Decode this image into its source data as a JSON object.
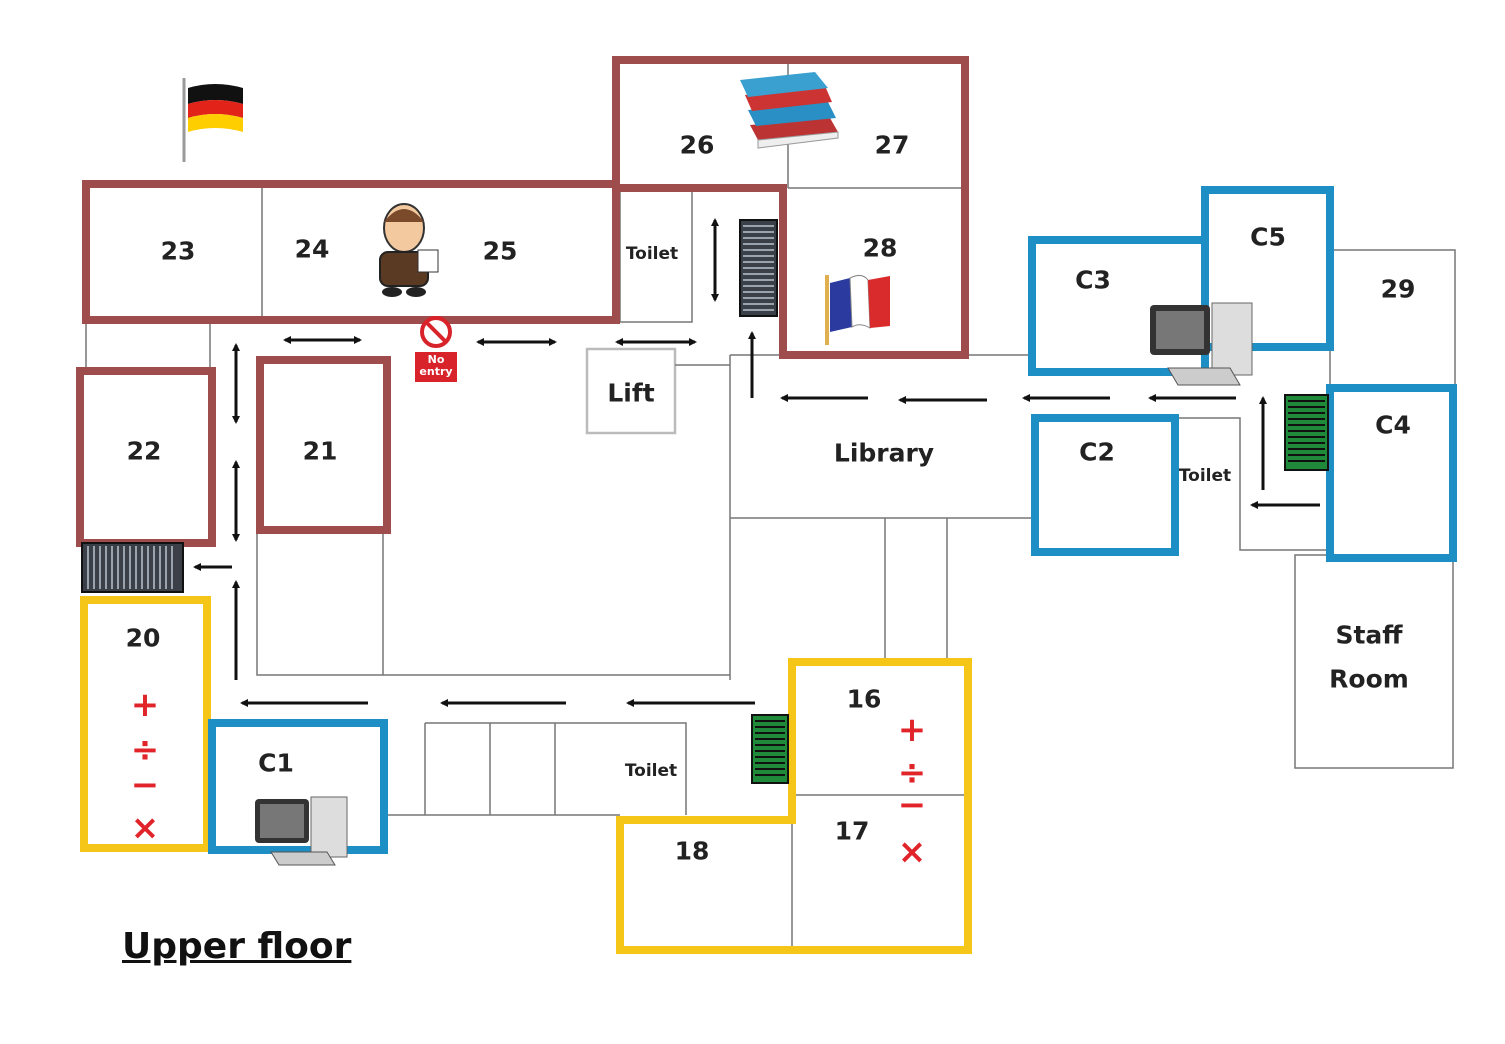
{
  "map": {
    "title": "Upper floor",
    "colors": {
      "languages": "#9e4c4c",
      "computing": "#1e8fc4",
      "maths": "#f5c518",
      "stairs_main": "#3b4048",
      "stairs_green": "#1f8a3a"
    },
    "rooms": {
      "r23": "23",
      "r24": "24",
      "r25": "25",
      "r26": "26",
      "r27": "27",
      "r28": "28",
      "r22": "22",
      "r21": "21",
      "r20": "20",
      "r16": "16",
      "r17": "17",
      "r18": "18",
      "c1": "C1",
      "c2": "C2",
      "c3": "C3",
      "c4": "C4",
      "c5": "C5",
      "r29": "29"
    },
    "facilities": {
      "toilet_top": "Toilet",
      "toilet_right": "Toilet",
      "toilet_bottom": "Toilet",
      "lift": "Lift",
      "library": "Library",
      "staff_room_1": "Staff",
      "staff_room_2": "Room"
    },
    "signs": {
      "no_entry_1": "No",
      "no_entry_2": "entry"
    },
    "math_symbols": [
      "+",
      "÷",
      "−",
      "×"
    ],
    "icons": [
      "german-flag-icon",
      "french-flag-icon",
      "books-icon",
      "shakespeare-icon",
      "computer-icon",
      "no-entry-icon"
    ]
  }
}
